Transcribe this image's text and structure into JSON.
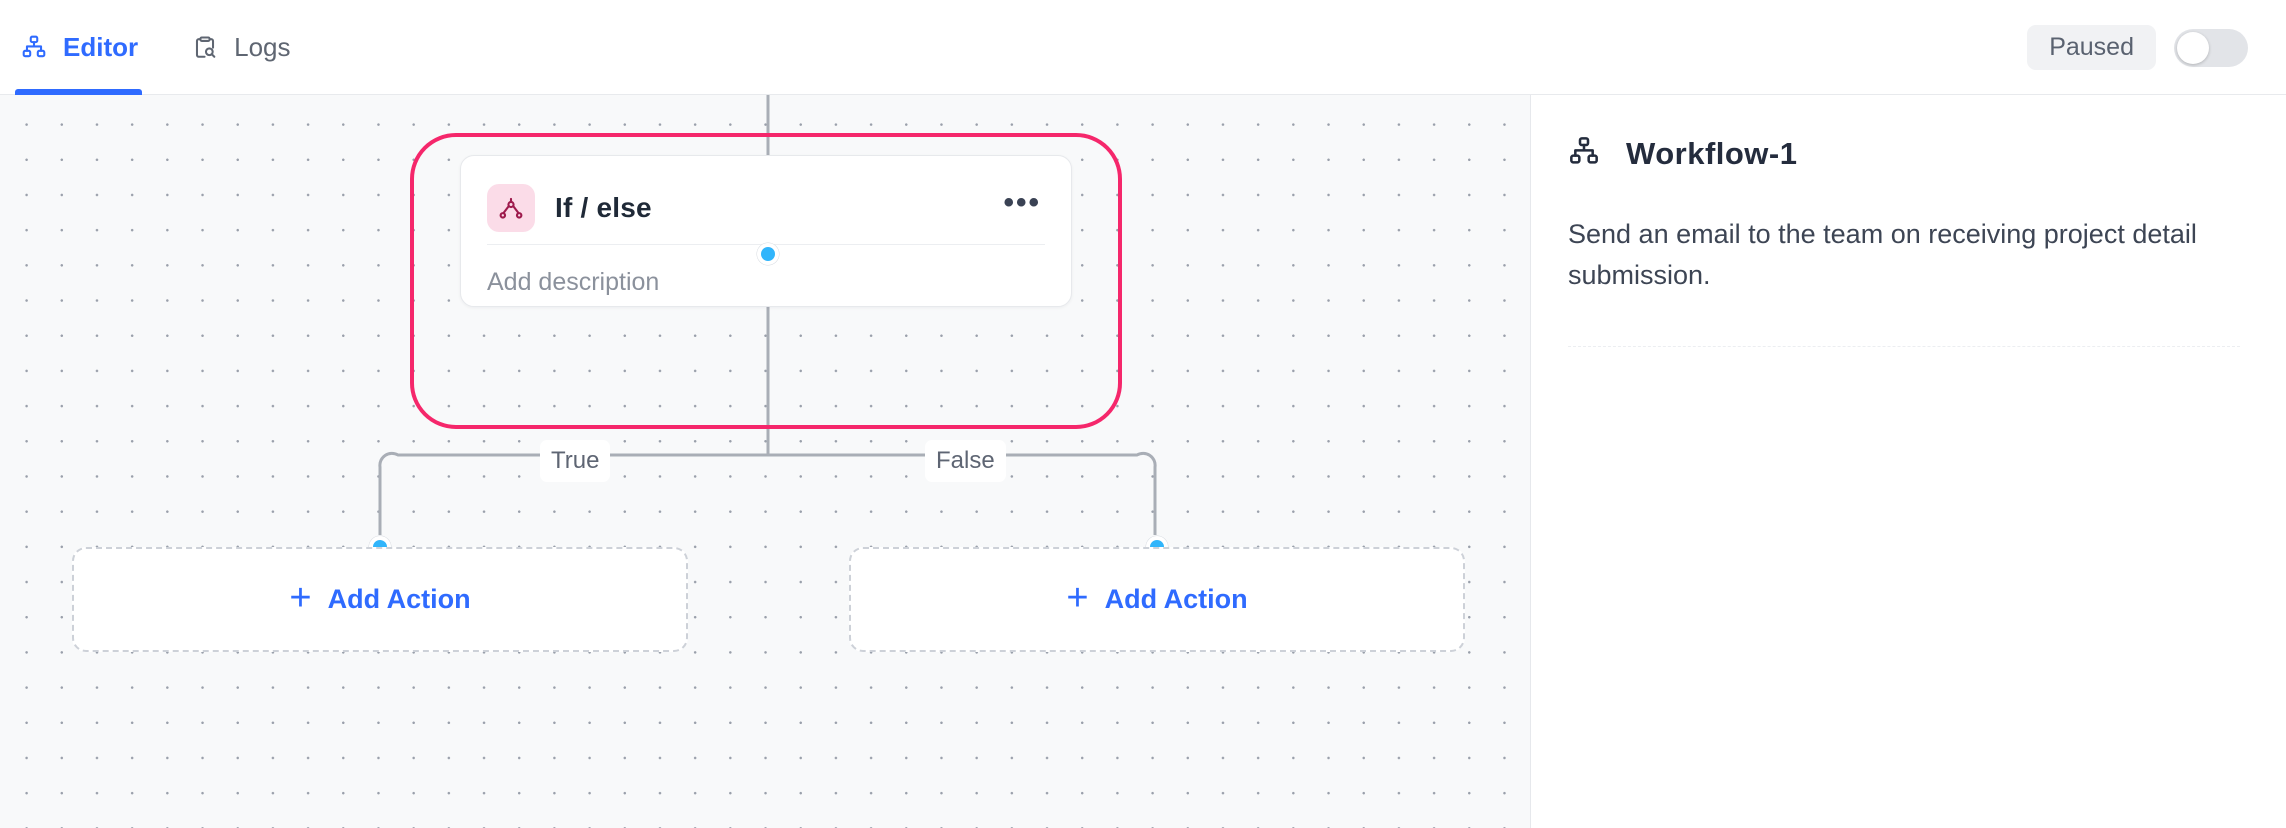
{
  "header": {
    "tabs": [
      {
        "label": "Editor",
        "icon": "hierarchy-icon",
        "active": true
      },
      {
        "label": "Logs",
        "icon": "clipboard-search-icon",
        "active": false
      }
    ],
    "status_label": "Paused",
    "toggle_state": "off",
    "accent_color": "#2f6bff",
    "muted_color": "#5f6672"
  },
  "canvas": {
    "selection_color": "#f5276b",
    "port_color": "#31b5fb",
    "wire_color": "#a9aeb6",
    "node": {
      "title": "If / else",
      "icon": "branch-icon",
      "icon_bg": "#fbdce8",
      "icon_color": "#9e1b4d",
      "description_placeholder": "Add description",
      "menu_label": "•••"
    },
    "branches": [
      {
        "label": "True"
      },
      {
        "label": "False"
      }
    ],
    "add_actions": [
      {
        "label": "Add Action",
        "plus": "+"
      },
      {
        "label": "Add Action",
        "plus": "+"
      }
    ]
  },
  "panel": {
    "icon": "hierarchy-icon",
    "title": "Workflow-1",
    "description": "Send an email to the team on receiving project detail submission."
  }
}
